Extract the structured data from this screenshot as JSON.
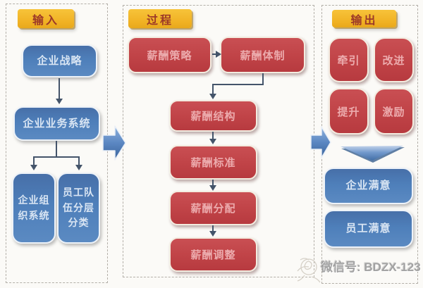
{
  "diagram": {
    "input": {
      "header": "输入",
      "strategy": "企业战略",
      "business_system": "企业业务系统",
      "org_system": "企业组织系统",
      "staff_classification": "员工队伍分层分类"
    },
    "process": {
      "header": "过程",
      "salary_strategy": "薪酬策略",
      "salary_system": "薪酬体制",
      "salary_structure": "薪酬结构",
      "salary_standard": "薪酬标准",
      "salary_distribution": "薪酬分配",
      "salary_adjustment": "薪酬调整"
    },
    "output": {
      "header": "输出",
      "pull": "牵引",
      "improve": "改进",
      "promote": "提升",
      "motivate": "激励",
      "enterprise_satisfaction": "企业满意",
      "employee_satisfaction": "员工满意"
    }
  },
  "footer": {
    "wechat_id": "微信号: BDZX-123"
  },
  "icons": {
    "flow_arrow_right": "block right arrow",
    "chevron_down": "▼",
    "arrow_down": "↓",
    "arrow_right": "→",
    "rose_watermark": "faint rose sketch"
  },
  "colors": {
    "header_bg": "#F0B123",
    "header_text": "#9C3928",
    "blue_box": "#4E7FBA",
    "blue_box_text": "#D9E5F3",
    "red_box": "#C04347",
    "red_box_text": "#ECABAD",
    "connector": "#44546A",
    "flow_arrow_blue": "#5B87C2",
    "panel_border": "#B3AFA8",
    "background": "#FBFAF7"
  }
}
